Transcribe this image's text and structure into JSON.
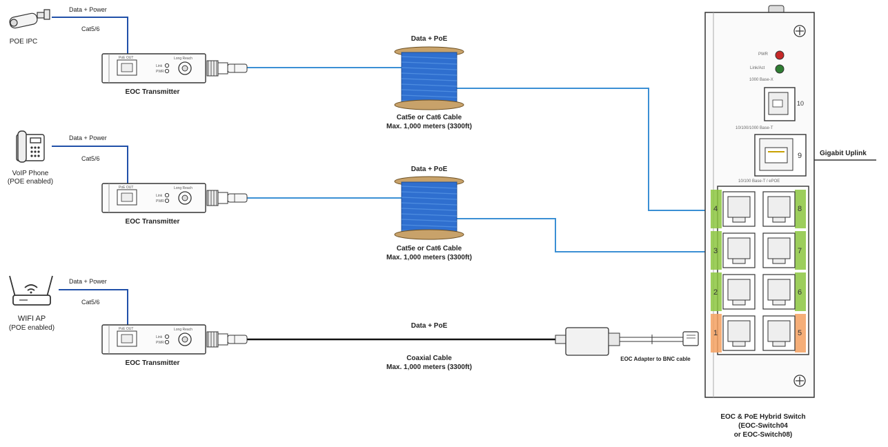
{
  "devices": {
    "camera": {
      "label": "POE IPC"
    },
    "phone": {
      "label_line1": "VoIP Phone",
      "label_line2": "(POE enabled)"
    },
    "ap": {
      "label_line1": "WIFI AP",
      "label_line2": "(POE enabled)"
    }
  },
  "rows": [
    {
      "data_power": "Data + Power",
      "cable_type": "Cat5/6",
      "transmitter": "EOC Transmitter",
      "link_title": "Data + PoE",
      "cable_line1": "Cat5e or Cat6 Cable",
      "cable_line2": "Max. 1,000 meters (3300ft)"
    },
    {
      "data_power": "Data + Power",
      "cable_type": "Cat5/6",
      "transmitter": "EOC Transmitter",
      "link_title": "Data + PoE",
      "cable_line1": "Cat5e or Cat6 Cable",
      "cable_line2": "Max. 1,000 meters (3300ft)"
    },
    {
      "data_power": "Data + Power",
      "cable_type": "Cat5/6",
      "transmitter": "EOC Transmitter",
      "link_title": "Data + PoE",
      "cable_line1": "Coaxial Cable",
      "cable_line2": "Max. 1,000 meters (3300ft)"
    }
  ],
  "transmitter_panel": {
    "port_label": "PoE OUT",
    "long_reach": "Long Reach",
    "link": "Link",
    "pwr": "PWR"
  },
  "adapter_label": "EOC Adapter to BNC cable",
  "switch": {
    "pwr_led": "PWR",
    "link_led": "Link/Act",
    "sfp_label": "1000 Base-X",
    "rj45_label": "10/100/1000 Base-T",
    "eoc_label": "10/100 Base-T / ePOE",
    "ports_left": [
      "4",
      "3",
      "2",
      "1"
    ],
    "ports_right": [
      "8",
      "7",
      "6",
      "5"
    ],
    "sfp_port": "10",
    "uplink_port": "9",
    "title": "EOC & PoE Hybrid Switch",
    "model_line1": "(EOC-Switch04",
    "model_line2": "or EOC-Switch08)"
  },
  "uplink_label": "Gigabit Uplink",
  "colors": {
    "cat_cable": "#3a8fd4",
    "coax": "#111111",
    "spool": "#2f6fcf",
    "green_port": "#8cc63f",
    "orange_port": "#f3a060"
  }
}
